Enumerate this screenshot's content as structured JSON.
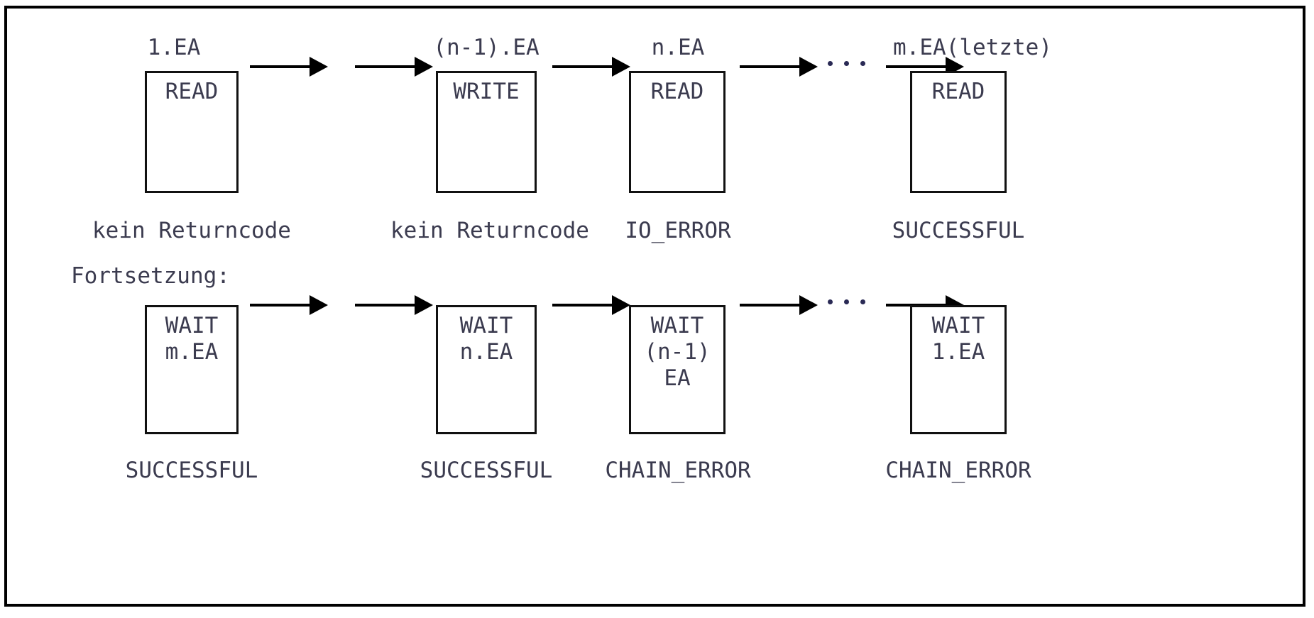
{
  "diagram": {
    "title_note": "EA chaining diagram",
    "colors": {
      "text": "#3b3b4f",
      "line": "#000000",
      "frame": "#000000",
      "background": "#ffffff"
    },
    "section_label": "Fortsetzung:",
    "row1": {
      "boxes": [
        {
          "top_label": "1.EA",
          "lines": [
            "READ"
          ],
          "caption": "kein Returncode"
        },
        {
          "top_label": "(n-1).EA",
          "lines": [
            "WRITE"
          ],
          "caption": "kein Returncode"
        },
        {
          "top_label": "n.EA",
          "lines": [
            "READ"
          ],
          "caption": "IO_ERROR"
        },
        {
          "top_label": "m.EA(letzte)",
          "lines": [
            "READ"
          ],
          "caption": "SUCCESSFUL"
        }
      ],
      "ellipsis": "···"
    },
    "row2": {
      "boxes": [
        {
          "top_label": "",
          "lines": [
            "WAIT",
            "m.EA"
          ],
          "caption": "SUCCESSFUL"
        },
        {
          "top_label": "",
          "lines": [
            "WAIT",
            "n.EA"
          ],
          "caption": "SUCCESSFUL"
        },
        {
          "top_label": "",
          "lines": [
            "WAIT",
            "(n-1)",
            "EA"
          ],
          "caption": "CHAIN_ERROR"
        },
        {
          "top_label": "",
          "lines": [
            "WAIT",
            "1.EA"
          ],
          "caption": "CHAIN_ERROR"
        }
      ],
      "ellipsis": "···"
    }
  }
}
